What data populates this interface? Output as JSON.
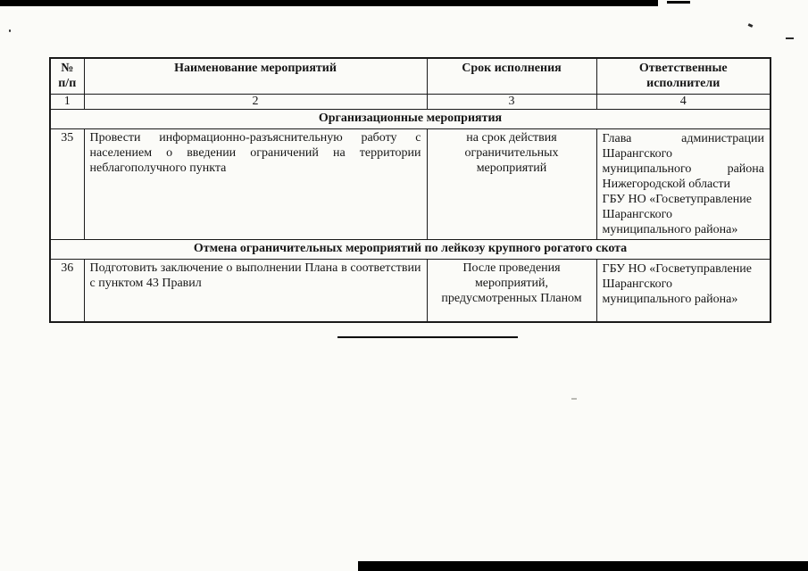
{
  "table": {
    "headers": {
      "num": "№\nп/п",
      "name": "Наименование мероприятий",
      "term": "Срок исполнения",
      "responsible": "Ответственные\nисполнители"
    },
    "column_numbers": [
      "1",
      "2",
      "3",
      "4"
    ],
    "section1": "Организационные мероприятия",
    "row35": {
      "num": "35",
      "name": "Провести информационно-разъяснительную работу с населением о введении ограничений на территории неблагополучного пункта",
      "term": "на срок действия\nограничительных\nмероприятий",
      "responsible_lines": [
        "Глава администрации",
        "Шарангского",
        "муниципального района",
        "Нижегородской области",
        "ГБУ НО «Госветуправление",
        "Шарангского",
        "муниципального района»"
      ]
    },
    "section2": "Отмена ограничительных мероприятий по лейкозу крупного рогатого скота",
    "row36": {
      "num": "36",
      "name": "Подготовить заключение о выполнении Плана в соответствии с пунктом 43 Правил",
      "term": "После проведения\nмероприятий,\nпредусмотренных Планом",
      "responsible_lines": [
        "ГБУ НО «Госветуправление",
        "Шарангского",
        "муниципального района»"
      ]
    }
  }
}
